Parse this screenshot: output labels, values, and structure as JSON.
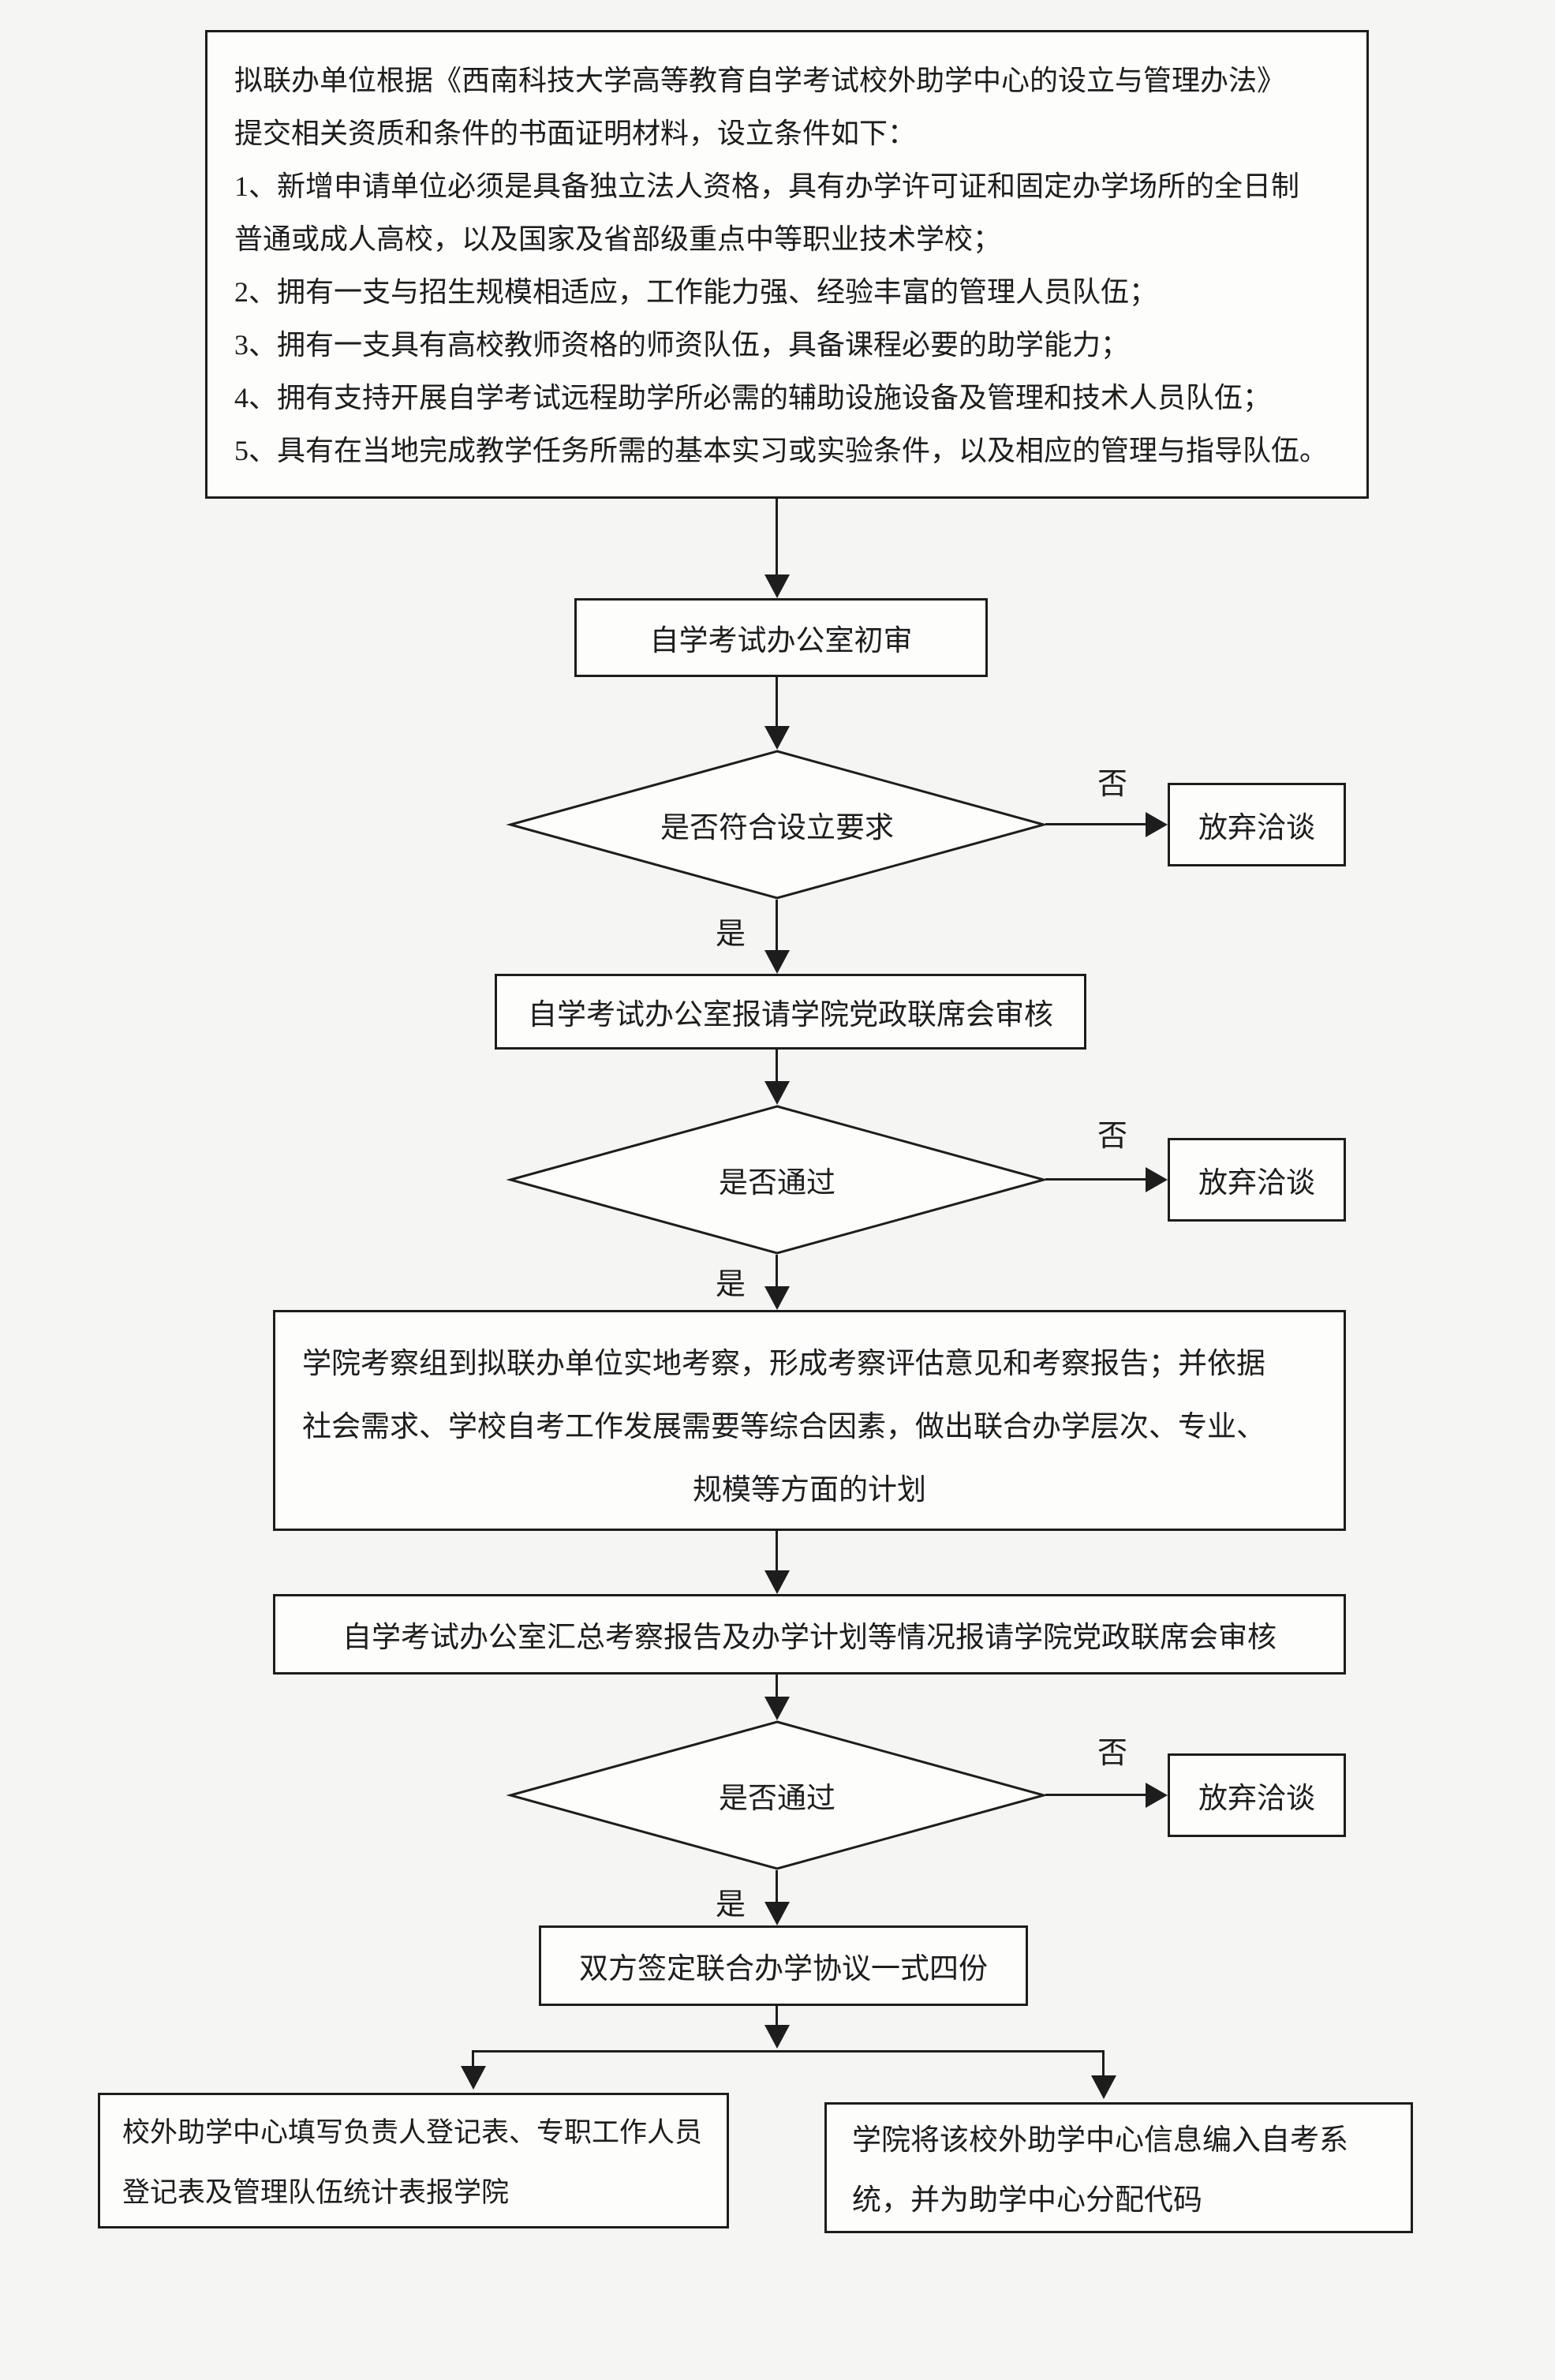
{
  "colors": {
    "ink": "#1d1d1d",
    "paper": "#f5f5f3",
    "box_fill": "#fdfdfc"
  },
  "labels": {
    "yes": "是",
    "no": "否"
  },
  "top_box": {
    "lines": [
      "拟联办单位根据《西南科技大学高等教育自学考试校外助学中心的设立与管理办法》",
      "提交相关资质和条件的书面证明材料，设立条件如下：",
      "1、新增申请单位必须是具备独立法人资格，具有办学许可证和固定办学场所的全日制",
      "普通或成人高校，以及国家及省部级重点中等职业技术学校；",
      "2、拥有一支与招生规模相适应，工作能力强、经验丰富的管理人员队伍；",
      "3、拥有一支具有高校教师资格的师资队伍，具备课程必要的助学能力；",
      "4、拥有支持开展自学考试远程助学所必需的辅助设施设备及管理和技术人员队伍；",
      "5、具有在当地完成教学任务所需的基本实习或实验条件，以及相应的管理与指导队伍。"
    ]
  },
  "nodes": {
    "initial_review": "自学考试办公室初审",
    "decision_requirements": "是否符合设立要求",
    "decision_pass": "是否通过",
    "abandon": "放弃洽谈",
    "council_review": "自学考试办公室报请学院党政联席会审核",
    "survey_lines": [
      "学院考察组到拟联办单位实地考察，形成考察评估意见和考察报告；并依据",
      "社会需求、学校自考工作发展需要等综合因素，做出联合办学层次、专业、",
      "规模等方面的计划"
    ],
    "summary_review": "自学考试办公室汇总考察报告及办学计划等情况报请学院党政联席会审核",
    "agreement": "双方签定联合办学协议一式四份",
    "left_result_lines": [
      "校外助学中心填写负责人登记表、专职工作人员",
      "登记表及管理队伍统计表报学院"
    ],
    "right_result_lines": [
      "学院将该校外助学中心信息编入自考系",
      "统，并为助学中心分配代码"
    ]
  }
}
